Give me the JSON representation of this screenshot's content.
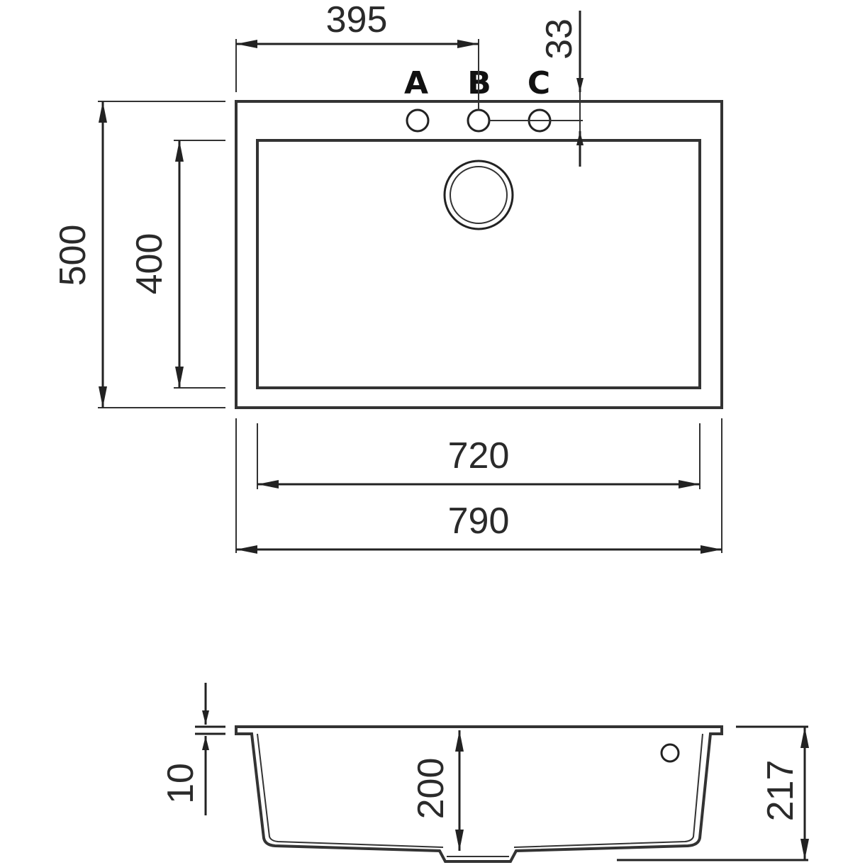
{
  "top_view": {
    "dimensions": {
      "tap_offset": "395",
      "tap_from_edge": "33",
      "outer_depth": "500",
      "inner_depth": "400",
      "inner_width": "720",
      "outer_width": "790"
    },
    "tap_holes": [
      "A",
      "B",
      "C"
    ]
  },
  "side_view": {
    "dimensions": {
      "rim_thickness": "10",
      "bowl_depth": "200",
      "total_height": "217"
    }
  }
}
